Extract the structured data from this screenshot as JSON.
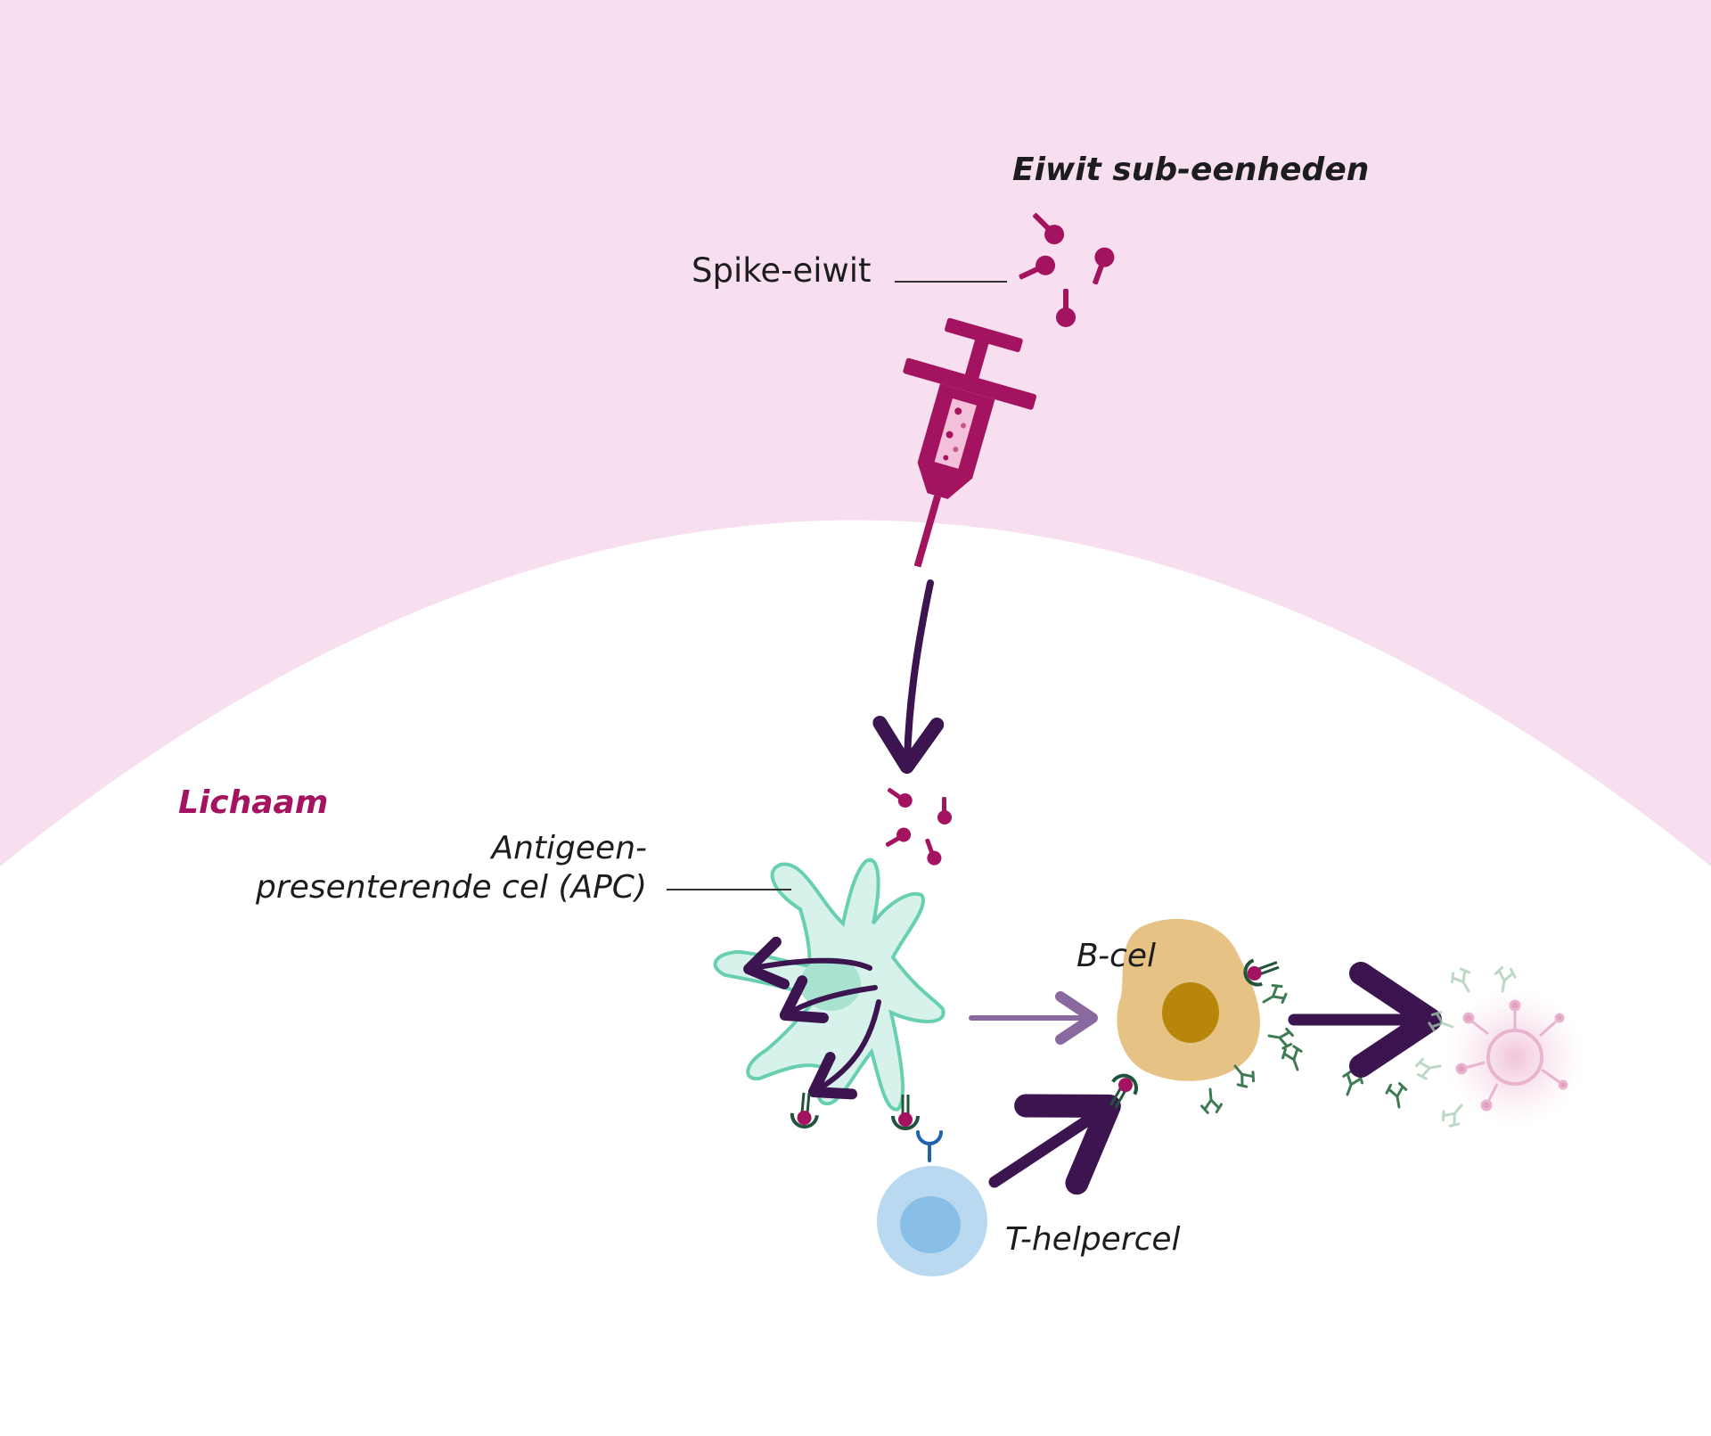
{
  "labels": {
    "title": "Eiwit sub-eenheden",
    "spike": "Spike-eiwit",
    "body": "Lichaam",
    "apc_line1": "Antigeen-",
    "apc_line2": "presenterende cel (APC)",
    "bcel": "B-cel",
    "thelper": "T-helpercel"
  },
  "colors": {
    "outside_background": "#f7dff0",
    "body_background": "#ffffff",
    "protein_magenta": "#a3135f",
    "arrow_dark_purple": "#3b1450",
    "arrow_light_purple": "#8a6a9e",
    "apc_fill": "#d6f2ea",
    "apc_outline": "#68cfb0",
    "bcell_fill": "#e6c285",
    "bcell_nucleus": "#b8860b",
    "tcell_fill": "#b8d9f0",
    "tcell_nucleus": "#89bfe6",
    "receptor_green": "#22543c",
    "antibody_green": "#3f7a55",
    "tcell_receptor_blue": "#1f62b0"
  }
}
